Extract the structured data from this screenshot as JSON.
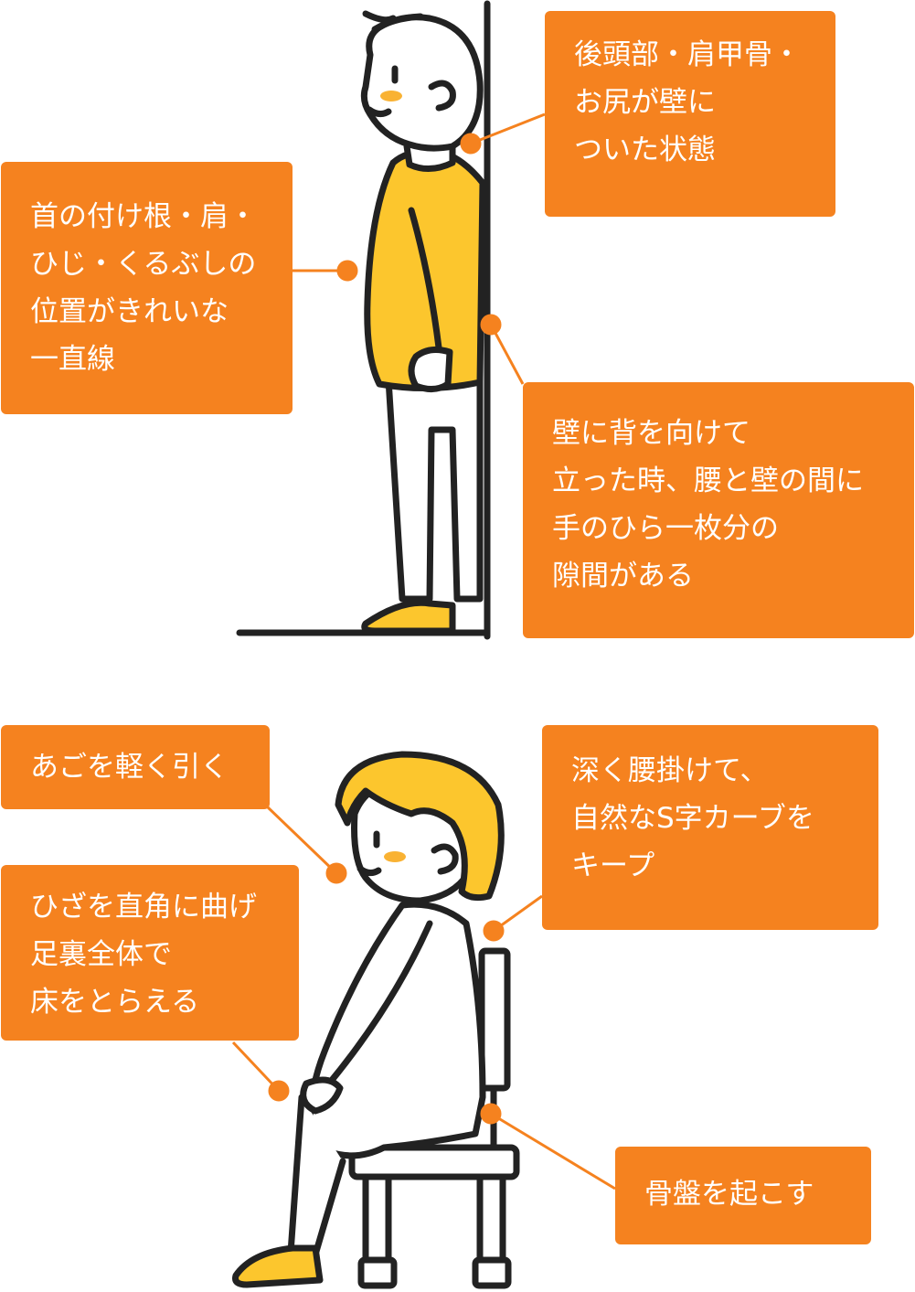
{
  "colors": {
    "accent": "#f5821f",
    "clothing": "#fcc62d",
    "outline": "#222222",
    "cheek": "#f9b233"
  },
  "standing": {
    "labels": {
      "back_contact": "後頭部・肩甲骨・\nお尻が壁に\nついた状態",
      "alignment": "首の付け根・肩・\nひじ・くるぶしの\n位置がきれいな\n一直線",
      "lumbar_gap": "壁に背を向けて\n立った時、腰と壁の間に\n手のひら一枚分の\n隙間がある"
    }
  },
  "sitting": {
    "labels": {
      "chin": "あごを軽く引く",
      "s_curve": "深く腰掛けて、\n自然なS字カーブを\nキープ",
      "knees": "ひざを直角に曲げ\n足裏全体で\n床をとらえる",
      "pelvis": "骨盤を起こす"
    }
  }
}
